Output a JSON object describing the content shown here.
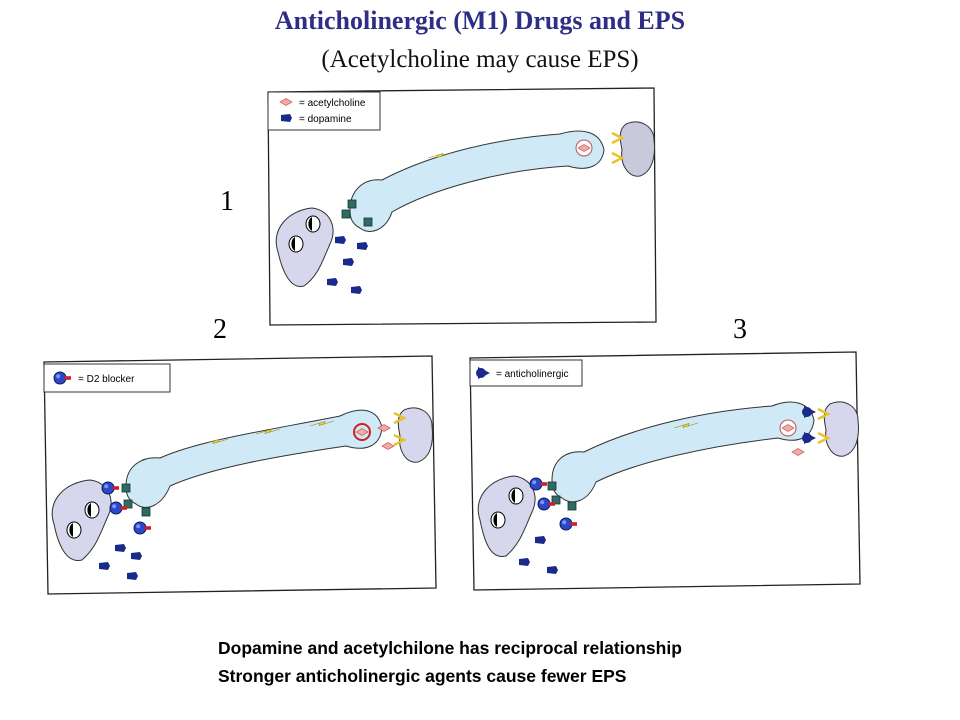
{
  "title": "Anticholinergic (M1) Drugs and EPS",
  "subtitle": "(Acetylcholine may cause EPS)",
  "panels": [
    {
      "number": "1",
      "legend": [
        "= acetylcholine",
        "= dopamine"
      ]
    },
    {
      "number": "2",
      "legend": [
        "= D2 blocker"
      ]
    },
    {
      "number": "3",
      "legend": [
        "= anticholinergic"
      ]
    }
  ],
  "captions": [
    "Dopamine and acetylchilone has reciprocal relationship",
    "Stronger anticholinergic agents cause fewer EPS"
  ],
  "colors": {
    "title": "#2e2e86",
    "axon_fill": "#cfe9f6",
    "soma_fill": "#d6d6ec",
    "target_fill": "#c9c9dc",
    "dopamine": "#1a2a8a",
    "acetylcholine": "#f3a9a4",
    "blocker": "#2a48c8",
    "receptor": "#2f6b62",
    "impulse": "#e8d83a"
  }
}
